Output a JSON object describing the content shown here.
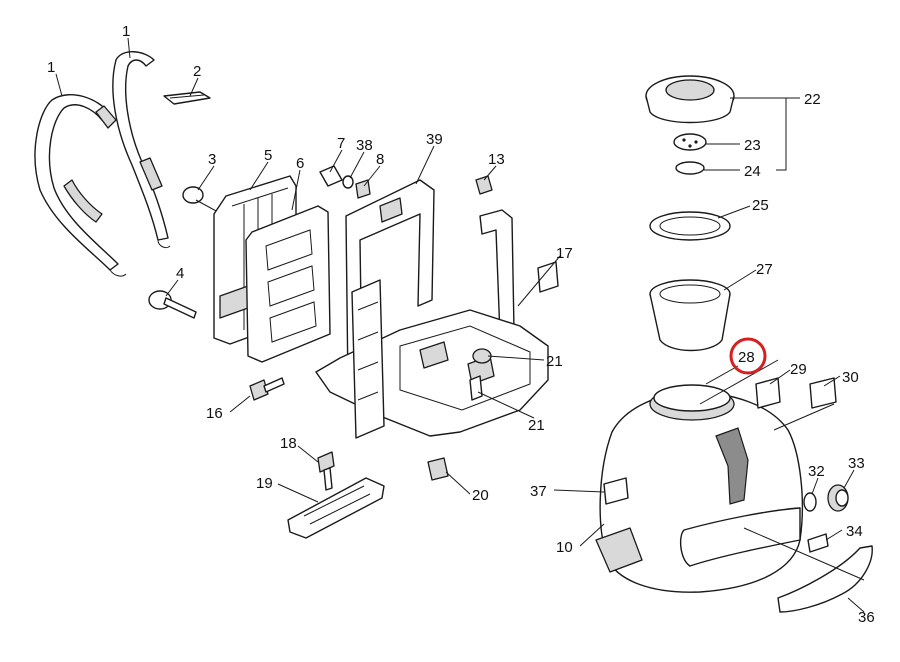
{
  "diagram": {
    "highlight_color": "#d42020",
    "highlighted_callout": "28",
    "callouts": [
      {
        "id": "c1a",
        "label": "1"
      },
      {
        "id": "c1b",
        "label": "1"
      },
      {
        "id": "c2",
        "label": "2"
      },
      {
        "id": "c3",
        "label": "3"
      },
      {
        "id": "c4",
        "label": "4"
      },
      {
        "id": "c5",
        "label": "5"
      },
      {
        "id": "c6",
        "label": "6"
      },
      {
        "id": "c7",
        "label": "7"
      },
      {
        "id": "c38",
        "label": "38"
      },
      {
        "id": "c8",
        "label": "8"
      },
      {
        "id": "c39",
        "label": "39"
      },
      {
        "id": "c13",
        "label": "13"
      },
      {
        "id": "c17",
        "label": "17"
      },
      {
        "id": "c21a",
        "label": "21"
      },
      {
        "id": "c21b",
        "label": "21"
      },
      {
        "id": "c16",
        "label": "16"
      },
      {
        "id": "c18",
        "label": "18"
      },
      {
        "id": "c19",
        "label": "19"
      },
      {
        "id": "c20",
        "label": "20"
      },
      {
        "id": "c22",
        "label": "22"
      },
      {
        "id": "c23",
        "label": "23"
      },
      {
        "id": "c24",
        "label": "24"
      },
      {
        "id": "c25",
        "label": "25"
      },
      {
        "id": "c27",
        "label": "27"
      },
      {
        "id": "c28",
        "label": "28"
      },
      {
        "id": "c29",
        "label": "29"
      },
      {
        "id": "c30",
        "label": "30"
      },
      {
        "id": "c32",
        "label": "32"
      },
      {
        "id": "c33",
        "label": "33"
      },
      {
        "id": "c37",
        "label": "37"
      },
      {
        "id": "c10",
        "label": "10"
      },
      {
        "id": "c34",
        "label": "34"
      },
      {
        "id": "c36",
        "label": "36"
      }
    ]
  }
}
